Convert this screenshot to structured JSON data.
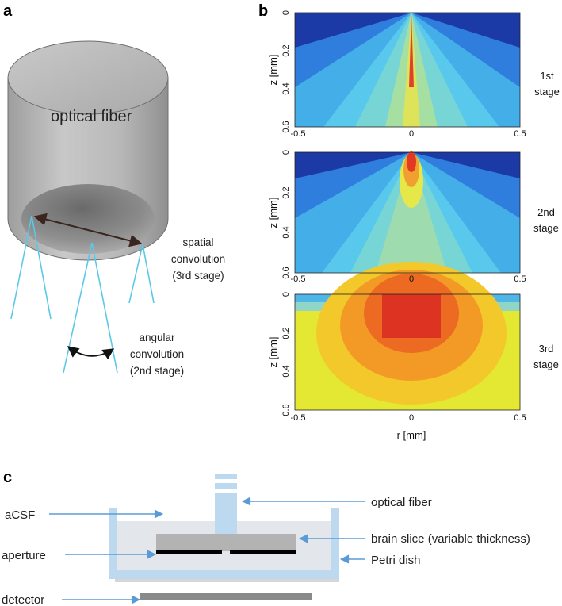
{
  "panel_a": {
    "letter": "a",
    "fiber_label": "optical fiber",
    "spatial_label": [
      "spatial",
      "convolution",
      "(3rd stage)"
    ],
    "angular_label": [
      "angular",
      "convolution",
      "(2nd stage)"
    ],
    "colors": {
      "cone_line": "#5bc8e8",
      "arrow": "#3a2620",
      "cylinder_edge": "#6e6e6e"
    }
  },
  "panel_b": {
    "letter": "b",
    "ylabel": "z [mm]",
    "xlabel": "r [mm]",
    "yticks": [
      "0",
      "0.2",
      "0.4",
      "0.6"
    ],
    "xticks": [
      "-0.5",
      "0",
      "0.5"
    ],
    "stages": [
      {
        "label_lines": [
          "1st",
          "stage"
        ]
      },
      {
        "label_lines": [
          "2nd",
          "stage"
        ]
      },
      {
        "label_lines": [
          "3rd",
          "stage"
        ]
      }
    ],
    "colormap": "jet"
  },
  "panel_c": {
    "letter": "c",
    "labels": {
      "acsf": "aCSF",
      "aperture": "aperture",
      "detector": "detector",
      "optical_fiber": "optical fiber",
      "brain_slice": "brain slice (variable thickness)",
      "petri_dish": "Petri dish"
    },
    "colors": {
      "arrow": "#5b9bd5",
      "dish": "#bcd9ef",
      "fluid": "#e3e6ea",
      "slice": "#b3b3b3",
      "detector": "#8a8a8a"
    }
  }
}
